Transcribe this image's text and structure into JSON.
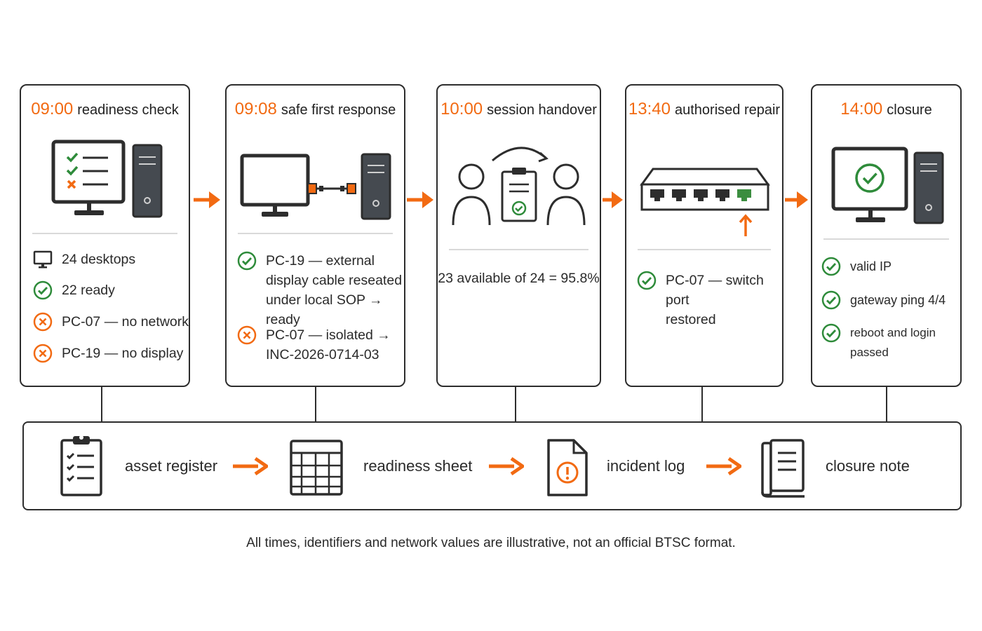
{
  "steps": [
    {
      "time": "09:00",
      "title": "readiness check",
      "items": [
        {
          "icon": "monitor-icon",
          "text": "24 desktops"
        },
        {
          "icon": "check-circle-icon",
          "text": "22 ready"
        },
        {
          "icon": "error-circle-icon",
          "text": "PC-07 — no network"
        },
        {
          "icon": "error-circle-icon",
          "text": "PC-19 — no display"
        }
      ]
    },
    {
      "time": "09:08",
      "title": "safe first response",
      "items": [
        {
          "icon": "check-circle-icon",
          "text": "PC-19 — external\ndisplay cable reseated\nunder local SOP → ready"
        },
        {
          "icon": "error-circle-icon",
          "text": "PC-07 — isolated →\nINC-2026-0714-03"
        }
      ]
    },
    {
      "time": "10:00",
      "title": "session handover",
      "items": [
        {
          "icon": "none",
          "text": "23 available of 24 = 95.8%"
        }
      ]
    },
    {
      "time": "13:40",
      "title": "authorised repair",
      "items": [
        {
          "icon": "check-circle-icon",
          "text": "PC-07 — switch port\nrestored"
        }
      ]
    },
    {
      "time": "14:00",
      "title": "closure",
      "items": [
        {
          "icon": "check-circle-icon",
          "text": "valid IP"
        },
        {
          "icon": "check-circle-icon",
          "text": "gateway ping 4/4"
        },
        {
          "icon": "check-circle-icon",
          "text": "reboot and login passed"
        }
      ]
    }
  ],
  "documents": [
    {
      "icon": "clipboard-checklist-icon",
      "label": "asset register"
    },
    {
      "icon": "spreadsheet-icon",
      "label": "readiness sheet"
    },
    {
      "icon": "document-alert-icon",
      "label": "incident log"
    },
    {
      "icon": "book-note-icon",
      "label": "closure note"
    }
  ],
  "footnote": "All times, identifiers and network values are illustrative, not an official BTSC format.",
  "colors": {
    "accent": "#f26a12",
    "ok": "#2e8b3a",
    "ink": "#2d2d2d"
  }
}
